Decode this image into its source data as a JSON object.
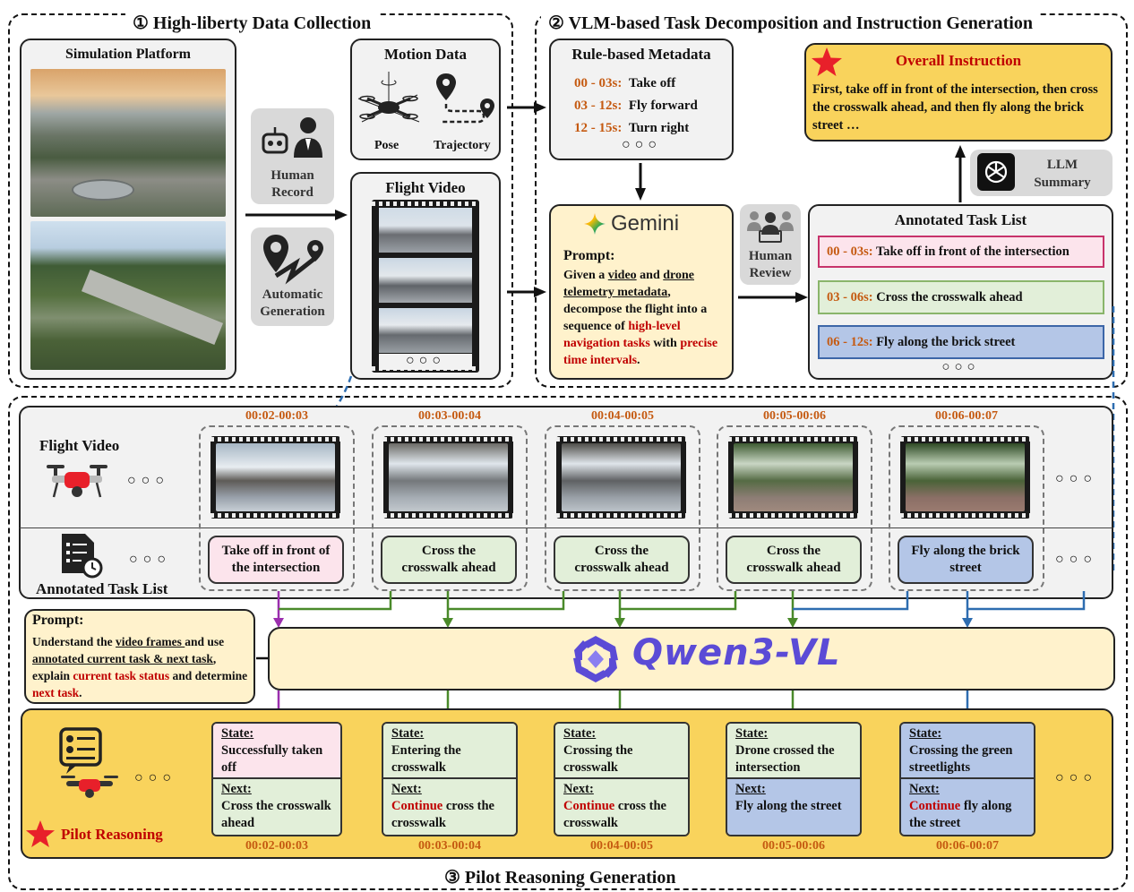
{
  "section1": {
    "title": "① High-liberty Data Collection"
  },
  "section2": {
    "title": "② VLM-based Task Decomposition and Instruction Generation"
  },
  "section3": {
    "title": "③ Pilot Reasoning Generation"
  },
  "simulation": {
    "title": "Simulation Platform"
  },
  "human_record": {
    "label_line1": "Human",
    "label_line2": "Record"
  },
  "auto_gen": {
    "label_line1": "Automatic",
    "label_line2": "Generation"
  },
  "motion": {
    "title": "Motion Data",
    "pose": "Pose",
    "trajectory": "Trajectory"
  },
  "flight_video_top": {
    "title": "Flight Video",
    "dots": "○○○"
  },
  "metadata": {
    "title": "Rule-based Metadata",
    "rows": [
      {
        "time": "00 - 03s:",
        "action": "Take off"
      },
      {
        "time": "03 - 12s:",
        "action": "Fly forward"
      },
      {
        "time": "12 - 15s:",
        "action": "Turn right"
      }
    ],
    "dots": "○○○"
  },
  "gemini": {
    "logo_text": "Gemini",
    "prompt_title": "Prompt:",
    "p1": "Given a ",
    "p_video": "video",
    "p2": " and ",
    "p_drone": "drone telemetry metadata",
    "p3": ", decompose the flight into a sequence of ",
    "p_high": "high-level navigation tasks",
    "p4": " with ",
    "p_precise": "precise time intervals",
    "p5": "."
  },
  "human_review": {
    "line1": "Human",
    "line2": "Review"
  },
  "overall": {
    "title": "Overall Instruction",
    "text": "First, take off in front of the intersection, then cross the crosswalk ahead, and then fly along the brick street …"
  },
  "llm": {
    "line1": "LLM",
    "line2": "Summary"
  },
  "annotated_top": {
    "title": "Annotated Task List",
    "tasks": [
      {
        "time": "00 - 03s:",
        "text": "Take off in front of the intersection"
      },
      {
        "time": "03 - 06s:",
        "text": "Cross the crosswalk ahead"
      },
      {
        "time": "06 - 12s:",
        "text": "Fly along the brick street"
      }
    ],
    "dots": "○○○"
  },
  "timeline": {
    "flight_video_label": "Flight Video",
    "task_list_label": "Annotated Task List",
    "dots": "○○○",
    "segments": [
      {
        "time": "00:02-00:03",
        "task_line1": "Take off in front of",
        "task_line2": "the intersection",
        "color": "#fce4ec"
      },
      {
        "time": "00:03-00:04",
        "task_line1": "Cross the",
        "task_line2": "crosswalk ahead",
        "color": "#e2efd9"
      },
      {
        "time": "00:04-00:05",
        "task_line1": "Cross the",
        "task_line2": "crosswalk ahead",
        "color": "#e2efd9"
      },
      {
        "time": "00:05-00:06",
        "task_line1": "Cross the",
        "task_line2": "crosswalk ahead",
        "color": "#e2efd9"
      },
      {
        "time": "00:06-00:07",
        "task_line1": "Fly along the brick",
        "task_line2": "street",
        "color": "#b4c6e7"
      }
    ]
  },
  "prompt3": {
    "title": "Prompt:",
    "a": "Understand the ",
    "b": "video frames ",
    "c": "and use ",
    "d": "annotated current task & next task",
    "e": ", explain ",
    "f": "current task status",
    "g": " and determine ",
    "h": "next task",
    "i": "."
  },
  "qwen": {
    "label": "Qwen3-VL"
  },
  "pilot": {
    "label": "Pilot Reasoning",
    "dots": "○○○",
    "cards": [
      {
        "state_label": "State:",
        "state": "Successfully taken off",
        "next_label": "Next:",
        "next_red": "",
        "next": "Cross the crosswalk ahead",
        "time": "00:02-00:03",
        "state_color": "#fce4ec",
        "next_color": "#e2efd9"
      },
      {
        "state_label": "State:",
        "state": "Entering the crosswalk",
        "next_label": "Next:",
        "next_red": "Continue",
        "next": " cross the crosswalk",
        "time": "00:03-00:04",
        "state_color": "#e2efd9",
        "next_color": "#e2efd9"
      },
      {
        "state_label": "State:",
        "state": "Crossing the crosswalk",
        "next_label": "Next:",
        "next_red": "Continue",
        "next": " cross the crosswalk",
        "time": "00:04-00:05",
        "state_color": "#e2efd9",
        "next_color": "#e2efd9"
      },
      {
        "state_label": "State:",
        "state": "Drone crossed the intersection",
        "next_label": "Next:",
        "next_red": "",
        "next": "Fly along the street",
        "time": "00:05-00:06",
        "state_color": "#e2efd9",
        "next_color": "#b4c6e7"
      },
      {
        "state_label": "State:",
        "state": "Crossing the green streetlights",
        "next_label": "Next:",
        "next_red": "Continue",
        "next": " fly along the street",
        "time": "00:06-00:07",
        "state_color": "#b4c6e7",
        "next_color": "#b4c6e7"
      }
    ]
  },
  "colors": {
    "orange": "#c55a11",
    "red": "#c00000",
    "green_arrow": "#4a8a2a",
    "blue_arrow": "#2e6db0",
    "purple_arrow": "#9b2fae",
    "yellow": "#fff2cc",
    "gold": "#f9d35c"
  }
}
